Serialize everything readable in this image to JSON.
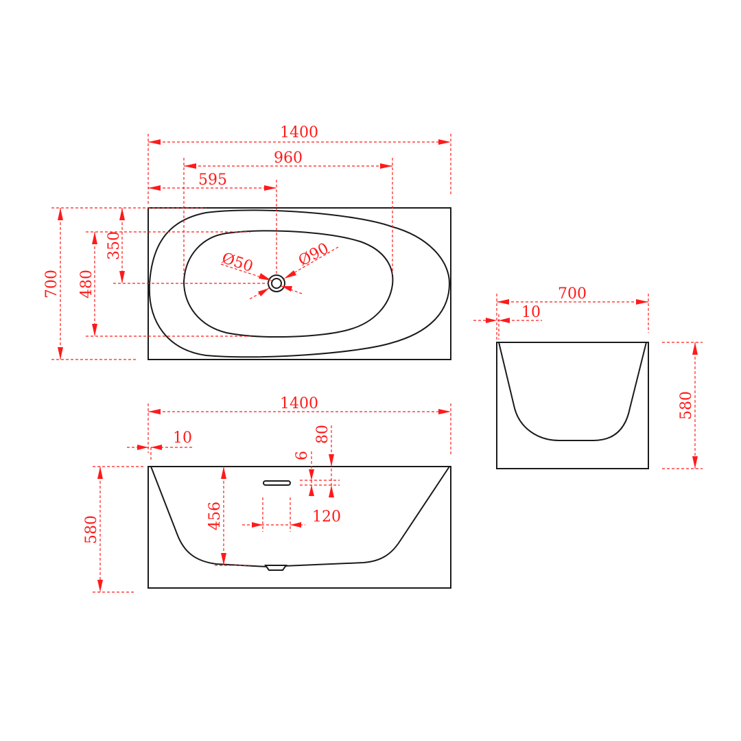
{
  "drawing": {
    "colors": {
      "outline": "#1a1a1a",
      "dimension": "#ff1a1a",
      "background": "#ffffff"
    },
    "top_view": {
      "overall_length": "1400",
      "drain_to_far_end": "960",
      "drain_from_left": "595",
      "overall_width": "700",
      "basin_width": "480",
      "drain_from_top": "350",
      "drain_hole": "Ø50",
      "drain_flange": "Ø90"
    },
    "front_view": {
      "overall_length": "1400",
      "wall_thickness": "10",
      "overall_height": "580",
      "basin_depth": "456",
      "overflow_drop": "80",
      "overflow_slot": "6",
      "overflow_length": "120"
    },
    "side_view": {
      "overall_width": "700",
      "wall_thickness": "10",
      "overall_height": "580"
    }
  }
}
